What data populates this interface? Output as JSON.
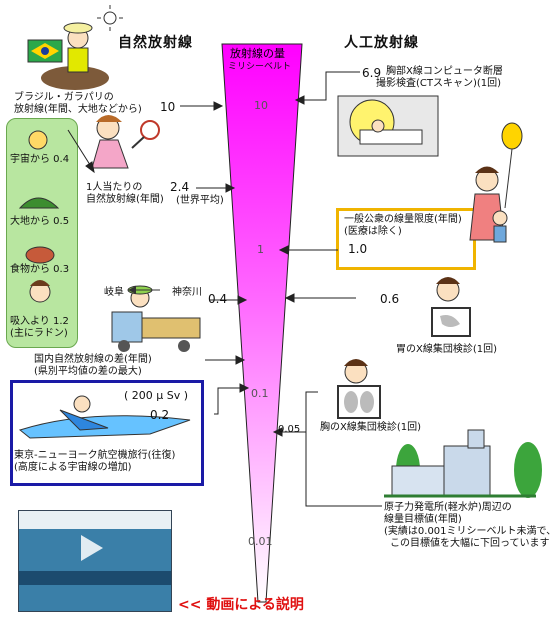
{
  "headers": {
    "natural": "自然放射線",
    "artificial": "人工放射線",
    "funnel_title": "放射線の量",
    "funnel_unit": "ミリシーベルト"
  },
  "scale": {
    "s10": "10",
    "s1": "1",
    "s01": "0.1",
    "s001": "0.01"
  },
  "natural": {
    "brazil": {
      "line1": "ブラジル・ガラパリの",
      "line2": "放射線(年間、大地などから)",
      "value": "10"
    },
    "space": "宇宙から 0.4",
    "ground": "大地から 0.5",
    "food": "食物から 0.3",
    "inhale1": "吸入より 1.2",
    "inhale2": "(主にラドン)",
    "per_person": {
      "line1": "1人当たりの",
      "line2": "自然放射線(年間)",
      "value": "2.4",
      "note": "(世界平均)"
    },
    "regional": {
      "from": "岐阜",
      "to": "神奈川",
      "value": "0.4",
      "line1": "国内自然放射線の差(年間)",
      "line2": "(県別平均値の差の最大)"
    },
    "flight": {
      "dose": "( 200 μ Sv )",
      "value": "0.2",
      "line1": "東京-ニューヨーク航空機旅行(往復)",
      "line2": "(高度による宇宙線の増加)"
    }
  },
  "artificial": {
    "ct": {
      "value": "6.9",
      "line1": "胸部X線コンピュータ断層",
      "line2": "撮影検査(CTスキャン)(1回)"
    },
    "limit": {
      "line1": "一般公衆の線量限度(年間)",
      "line2": "(医療は除く)",
      "value": "1.0"
    },
    "stomach": {
      "value": "0.6",
      "label": "胃のX線集団検診(1回)"
    },
    "chest": {
      "value": "0.05",
      "label": "胸のX線集団検診(1回)"
    },
    "plant": {
      "line1": "原子力発電所(軽水炉)周辺の",
      "line2": "線量目標値(年間)",
      "line3": "(実績は0.001ミリシーベルト未満で、",
      "line4": "この目標値を大幅に下回っています)"
    }
  },
  "video_link": "<< 動画による説明",
  "colors": {
    "funnel_top": "#ff00ff",
    "funnel_bottom": "#ffffff",
    "green_box": "#b8e6a0",
    "frame_blue": "#1a1aa6",
    "frame_yellow": "#f0b400",
    "link": "#e01010"
  }
}
